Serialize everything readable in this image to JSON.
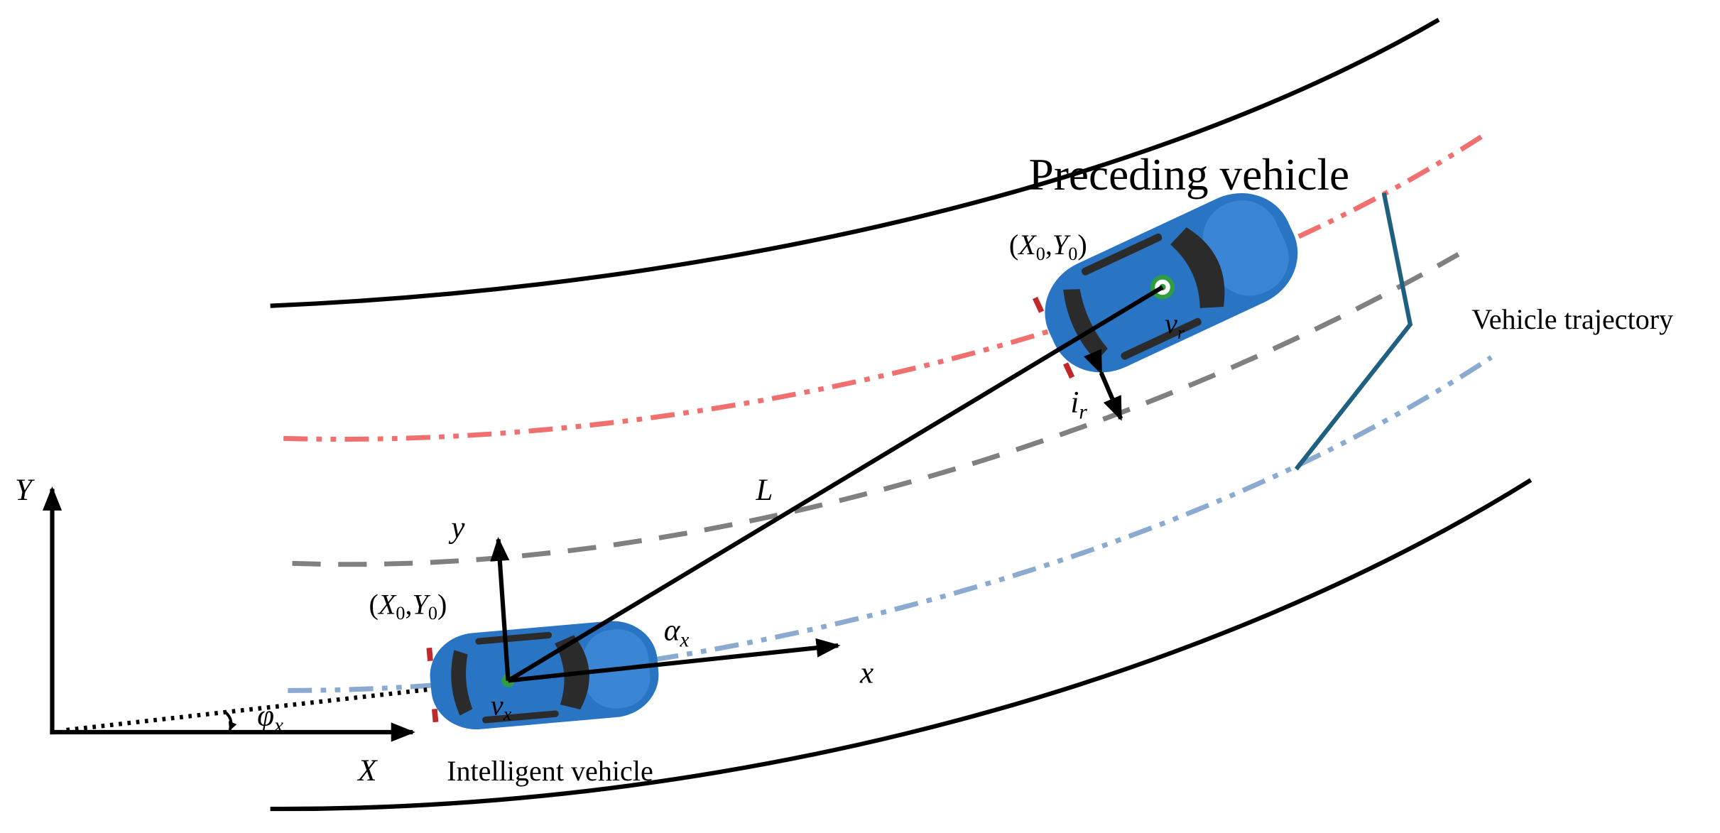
{
  "labels": {
    "preceding_vehicle": "Preceding vehicle",
    "intelligent_vehicle": "Intelligent vehicle",
    "vehicle_trajectory": "Vehicle trajectory",
    "distance": "L",
    "lateral_offset": {
      "main": "i",
      "sub": "r"
    },
    "heading_angle": {
      "main": "φ",
      "sub": "x"
    },
    "relative_angle": {
      "main": "α",
      "sub": "x"
    },
    "preceding_velocity": {
      "main": "v",
      "sub": "r"
    },
    "ego_velocity": {
      "main": "v",
      "sub": "x"
    },
    "global_axes": {
      "x": "X",
      "y": "Y"
    },
    "vehicle_axes": {
      "x": "x",
      "y": "y"
    },
    "preceding_position": {
      "open": "(",
      "x": "X",
      "x_sub": "0",
      "comma": ",",
      "y": "Y",
      "y_sub": "0",
      "close": ")"
    },
    "ego_position": {
      "open": "(",
      "x": "X",
      "x_sub": "0",
      "comma": ",",
      "y": "Y",
      "y_sub": "0",
      "close": ")"
    }
  },
  "colors": {
    "road_edge": "#000000",
    "center_line": "#808080",
    "preceding_path": "#f07070",
    "ego_path": "#8aaad0",
    "trajectory_bracket": "#1f5f7f",
    "car_body": "#2a74c4",
    "car_glass": "#2b2b2b",
    "center_marker": "#2e9e3e"
  }
}
